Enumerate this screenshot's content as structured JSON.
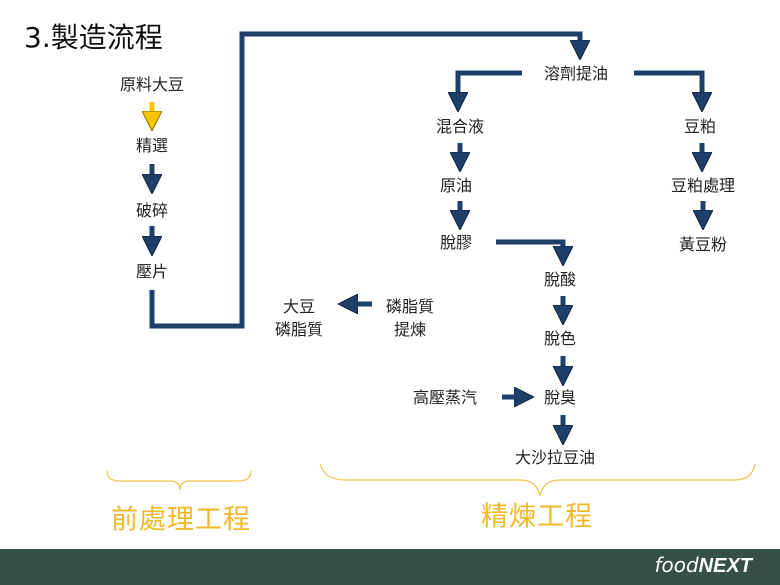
{
  "title": "3.製造流程",
  "steps": {
    "raw_soybean": "原料大豆",
    "selection": "精選",
    "crushing": "破碎",
    "flaking": "壓片",
    "solvent_extraction": "溶劑提油",
    "miscella": "混合液",
    "crude_oil": "原油",
    "degumming": "脫膠",
    "deacidification": "脫酸",
    "bleaching": "脫色",
    "deodorization": "脫臭",
    "salad_oil": "大沙拉豆油",
    "high_pressure_steam": "高壓蒸汽",
    "soybean_meal": "豆粕",
    "meal_processing": "豆粕處理",
    "soy_flour": "黃豆粉",
    "phospholipid_refining_1": "磷脂質",
    "phospholipid_refining_2": "提煉",
    "soy_lecithin_1": "大豆",
    "soy_lecithin_2": "磷脂質"
  },
  "stages": {
    "pretreatment": "前處理工程",
    "refining": "精煉工程"
  },
  "footer": {
    "logo_italic": "food",
    "logo_bold": "NEXT"
  },
  "colors": {
    "arrow": "#1f3f6b",
    "highlight_arrow": "#f5c400",
    "stage": "#f2b82b",
    "footer": "#365048"
  }
}
